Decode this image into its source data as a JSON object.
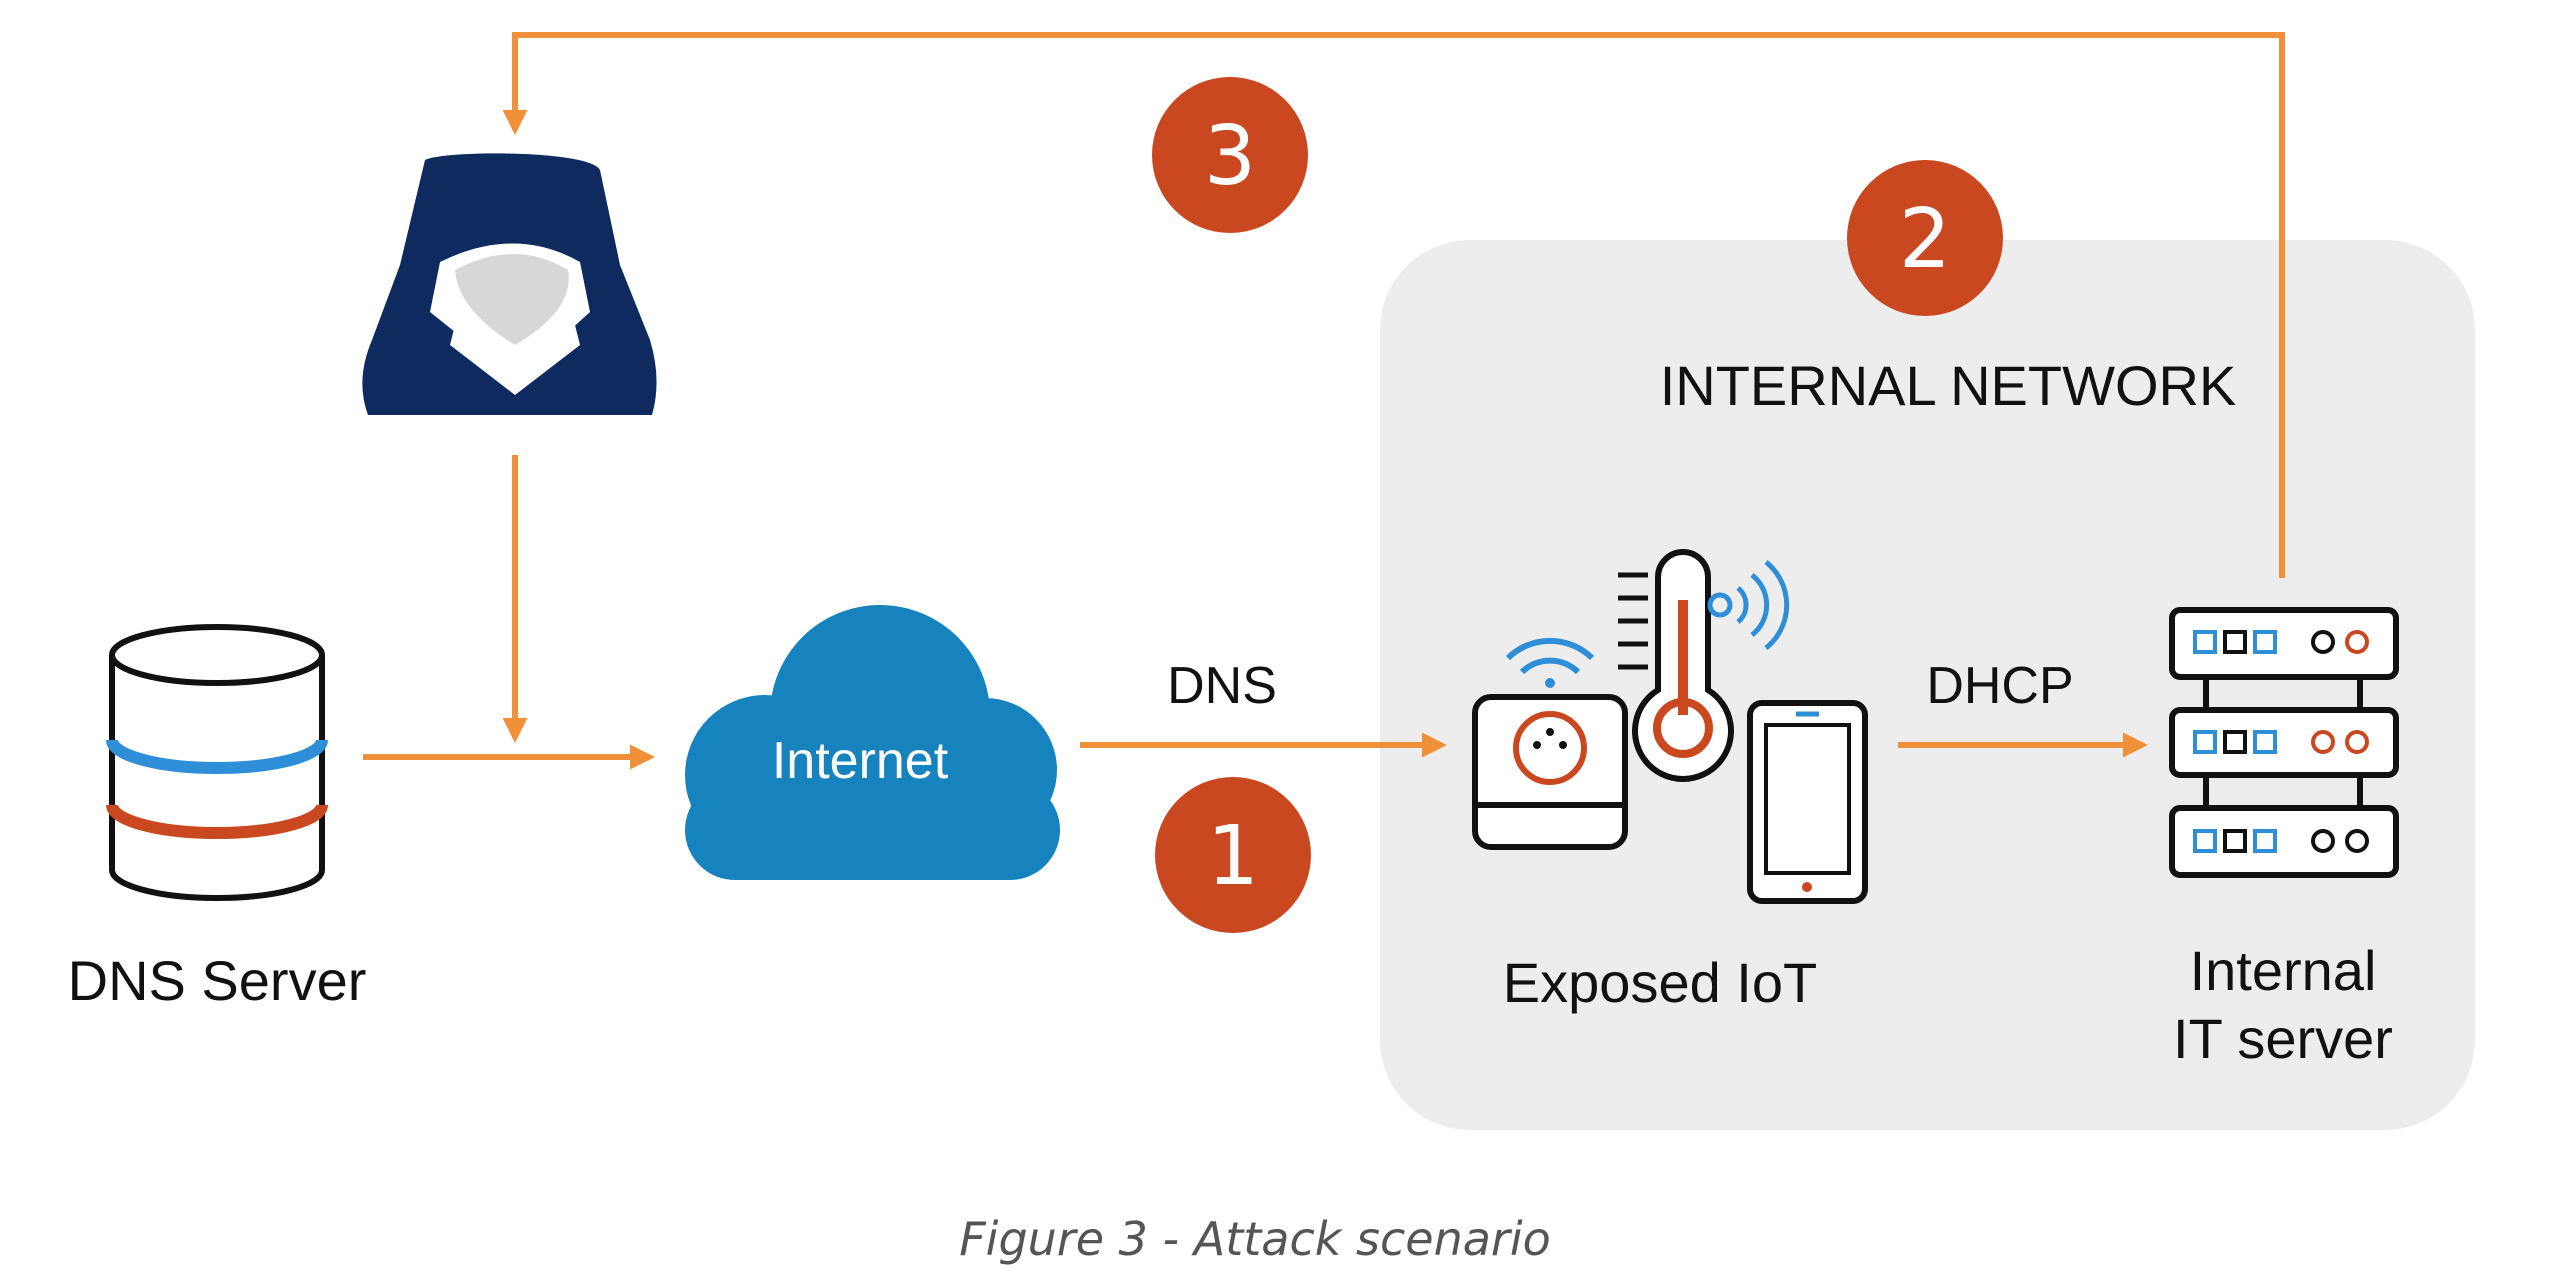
{
  "labels": {
    "internal_network": "INTERNAL NETWORK",
    "dns_server": "DNS Server",
    "internet": "Internet",
    "dns": "DNS",
    "dhcp": "DHCP",
    "exposed_iot": "Exposed IoT",
    "internal_it_server_line1": "Internal",
    "internal_it_server_line2": "IT server"
  },
  "steps": [
    "1",
    "2",
    "3"
  ],
  "caption": "Figure 3 - Attack scenario",
  "colors": {
    "arrow": "#f0913a",
    "badge": "#c9481f",
    "hacker": "#0f2a5e",
    "cloud": "#1683bf",
    "network_bg": "#ededed",
    "accent_blue": "#2e8fd8",
    "accent_red": "#c9481f"
  },
  "icons": [
    "hacker-icon",
    "database-icon",
    "cloud-icon",
    "smart-plug-icon",
    "thermometer-icon",
    "tablet-icon",
    "server-rack-icon"
  ]
}
